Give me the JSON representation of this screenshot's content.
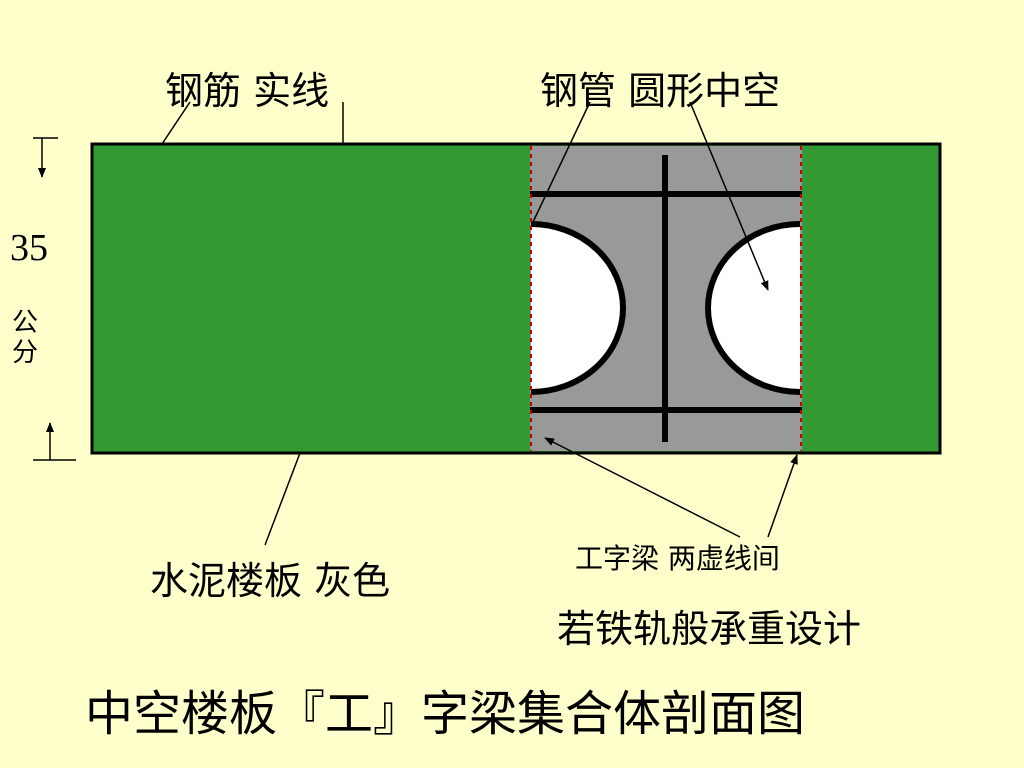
{
  "labels": {
    "rebar": "钢筋  实线",
    "pipe": "钢管  圆形中空",
    "dimension_value": "35",
    "dimension_unit": "公分",
    "slab": "水泥楼板   灰色",
    "beam": "工字梁 两虚线间",
    "rail": "若铁轨般承重设计",
    "title": "中空楼板『工』字梁集合体剖面图"
  },
  "colors": {
    "background": "#ffffcc",
    "slab_green": "#339933",
    "beam_gray": "#999999",
    "pipe_white": "#ffffff",
    "outline": "#000000",
    "dashed_line": "#cc0000"
  }
}
